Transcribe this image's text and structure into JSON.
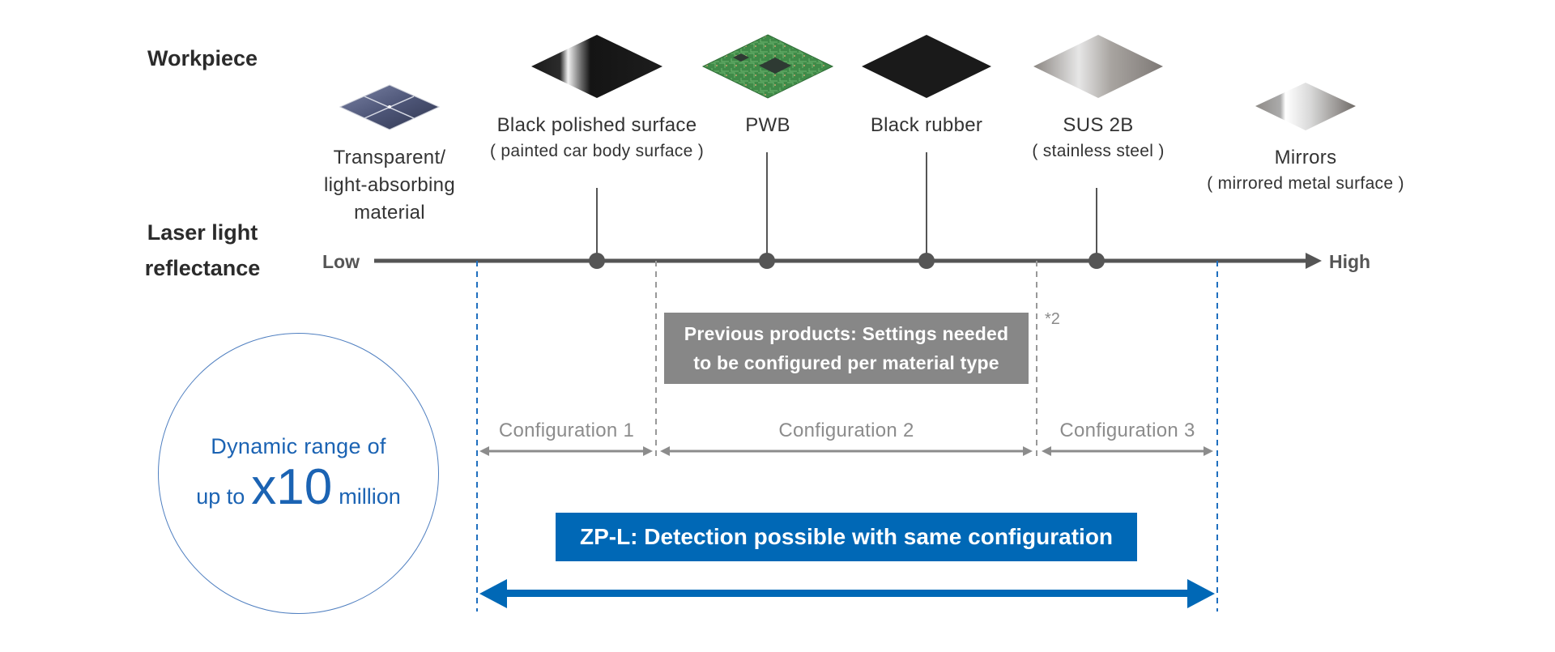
{
  "labels": {
    "workpiece": "Workpiece",
    "reflectance_line1": "Laser light",
    "reflectance_line2": "reflectance",
    "low": "Low",
    "high": "High",
    "footnote": "*2"
  },
  "workpieces": [
    {
      "name": "Transparent/",
      "name2": "light-absorbing",
      "name3": "material",
      "icon": "solar-panel-tile-icon",
      "on_axis": false
    },
    {
      "name": "Black polished surface",
      "sub": "( painted car body surface )",
      "icon": "black-polished-plate-icon",
      "on_axis": true
    },
    {
      "name": "PWB",
      "icon": "circuit-board-icon",
      "on_axis": true
    },
    {
      "name": "Black rubber",
      "icon": "black-rubber-plate-icon",
      "on_axis": true
    },
    {
      "name": "SUS 2B",
      "sub": "( stainless steel )",
      "icon": "stainless-steel-plate-icon",
      "on_axis": true
    },
    {
      "name": "Mirrors",
      "sub": "( mirrored metal surface )",
      "icon": "mirror-plate-icon",
      "on_axis": false
    }
  ],
  "previous_products": {
    "line1": "Previous products: Settings needed",
    "line2": "to be configured per material type"
  },
  "configurations": [
    {
      "label": "Configuration 1"
    },
    {
      "label": "Configuration 2"
    },
    {
      "label": "Configuration 3"
    }
  ],
  "zpl": {
    "label": "ZP-L: Detection possible with same configuration"
  },
  "dynamic_range": {
    "line1": "Dynamic range of",
    "prefix": "up to",
    "value": "x10",
    "suffix": "million"
  },
  "colors": {
    "blue": "#0068b6",
    "gray_box": "#878787",
    "axis": "#555555",
    "config_gray": "#8c8c8c"
  }
}
